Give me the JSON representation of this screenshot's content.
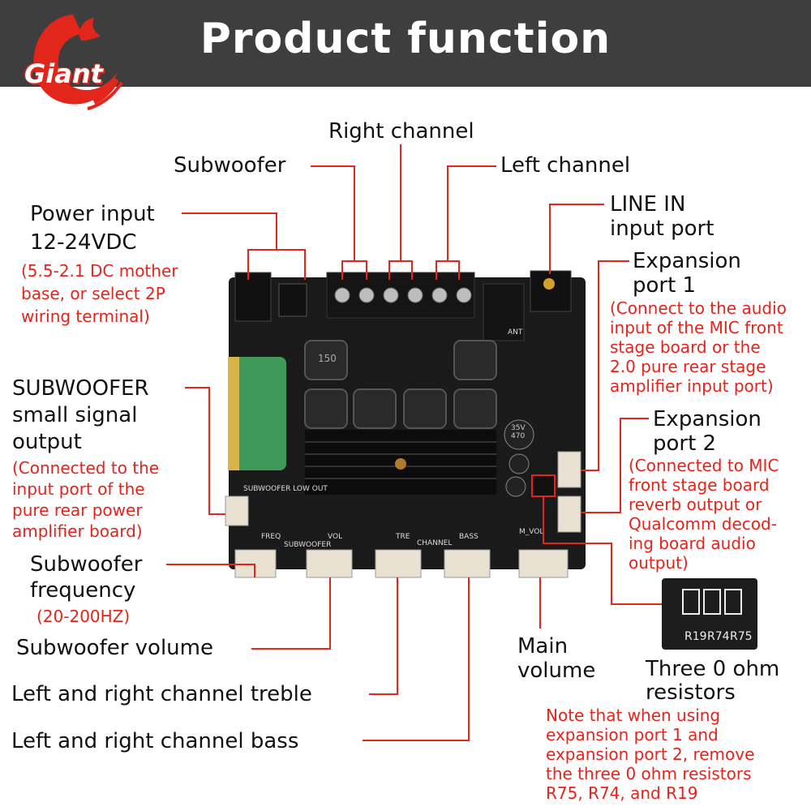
{
  "header": {
    "title": "Product function"
  },
  "logo": {
    "brand": "Giant",
    "accent": "#e2261c"
  },
  "colors": {
    "line": "#e2261c",
    "note": "#e6231a",
    "board": "#1a1a1a"
  },
  "labels": {
    "right_channel": "Right channel",
    "subwoofer": "Subwoofer",
    "left_channel": "Left channel",
    "power_input_1": "Power input",
    "power_input_2": "12-24VDC",
    "power_note": [
      "(5.5-2.1 DC mother",
      "base, or select 2P",
      "wiring terminal)"
    ],
    "line_in_1": "LINE IN",
    "line_in_2": "input port",
    "exp1_1": "Expansion",
    "exp1_2": "port 1",
    "exp1_note": [
      "(Connect to the audio",
      "input of the MIC front",
      "stage board or the",
      "2.0 pure rear stage",
      "amplifier input port)"
    ],
    "exp2_1": "Expansion",
    "exp2_2": "port 2",
    "exp2_note": [
      "(Connected to MIC",
      "front stage board",
      "reverb output or",
      "Qualcomm decod-",
      "ing board audio",
      "output)"
    ],
    "sub_out": [
      "SUBWOOFER",
      "small signal",
      "output"
    ],
    "sub_out_note": [
      "(Connected to the",
      "input port of the",
      "pure rear power",
      "amplifier board)"
    ],
    "sub_freq_1": "Subwoofer",
    "sub_freq_2": "frequency",
    "sub_freq_note": "(20-200HZ)",
    "sub_vol": "Subwoofer volume",
    "treble": "Left and right channel treble",
    "bass": "Left and right channel bass",
    "main_vol_1": "Main",
    "main_vol_2": "volume",
    "resistors_1": "Three 0 ohm",
    "resistors_2": "resistors",
    "resistor_note": [
      "Note that when using",
      "expansion port 1 and",
      "expansion port 2, remove",
      "the three 0 ohm resistors",
      "R75, R74, and R19"
    ]
  },
  "board": {
    "silk": {
      "sub_low_out": "SUBWOOFER LOW OUT",
      "freq": "FREQ",
      "vol": "VOL",
      "subwoofer": "SUBWOOFER",
      "tre": "TRE",
      "channel": "CHANNEL",
      "bass": "BASS",
      "m_vol": "M_VOL",
      "ant": "ANT",
      "inductor": "150",
      "cap_value": "470",
      "cap_volt": "35V"
    }
  },
  "inset": {
    "r1": "R19",
    "r2": "R74",
    "r3": "R75"
  }
}
